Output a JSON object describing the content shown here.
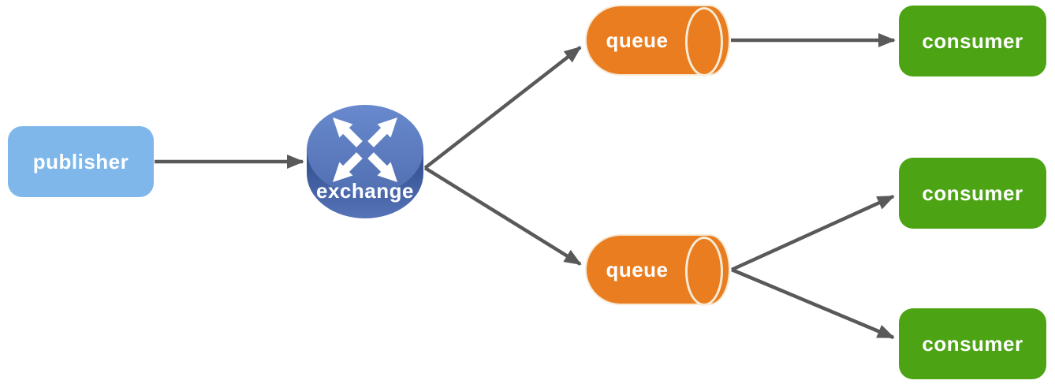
{
  "diagram": {
    "nodes": {
      "publisher": {
        "label": "publisher",
        "type": "rounded-box",
        "color": "#7FB7EB",
        "text_color": "#FFFFFF"
      },
      "exchange": {
        "label": "exchange",
        "type": "router-icon",
        "color_top": "#5E7DC2",
        "color_side": "#34528F",
        "arrow_glyph_color": "#FFFFFF"
      },
      "queue_top": {
        "label": "queue",
        "type": "cylinder",
        "color": "#E97D1F",
        "outline_color": "#F7ECD9",
        "text_color": "#FFFFFF"
      },
      "queue_bottom": {
        "label": "queue",
        "type": "cylinder",
        "color": "#E97D1F",
        "outline_color": "#F7ECD9",
        "text_color": "#FFFFFF"
      },
      "consumer_top": {
        "label": "consumer",
        "type": "rounded-box",
        "color": "#4CA414",
        "text_color": "#FFFFFF"
      },
      "consumer_middle": {
        "label": "consumer",
        "type": "rounded-box",
        "color": "#4CA414",
        "text_color": "#FFFFFF"
      },
      "consumer_bottom": {
        "label": "consumer",
        "type": "rounded-box",
        "color": "#4CA414",
        "text_color": "#FFFFFF"
      }
    },
    "edges": [
      {
        "from": "publisher",
        "to": "exchange"
      },
      {
        "from": "exchange",
        "to": "queue_top"
      },
      {
        "from": "exchange",
        "to": "queue_bottom"
      },
      {
        "from": "queue_top",
        "to": "consumer_top"
      },
      {
        "from": "queue_bottom",
        "to": "consumer_middle"
      },
      {
        "from": "queue_bottom",
        "to": "consumer_bottom"
      }
    ],
    "edge_style": {
      "color": "#595959",
      "arrowhead": "filled-triangle"
    },
    "background": "#FFFFFF"
  }
}
